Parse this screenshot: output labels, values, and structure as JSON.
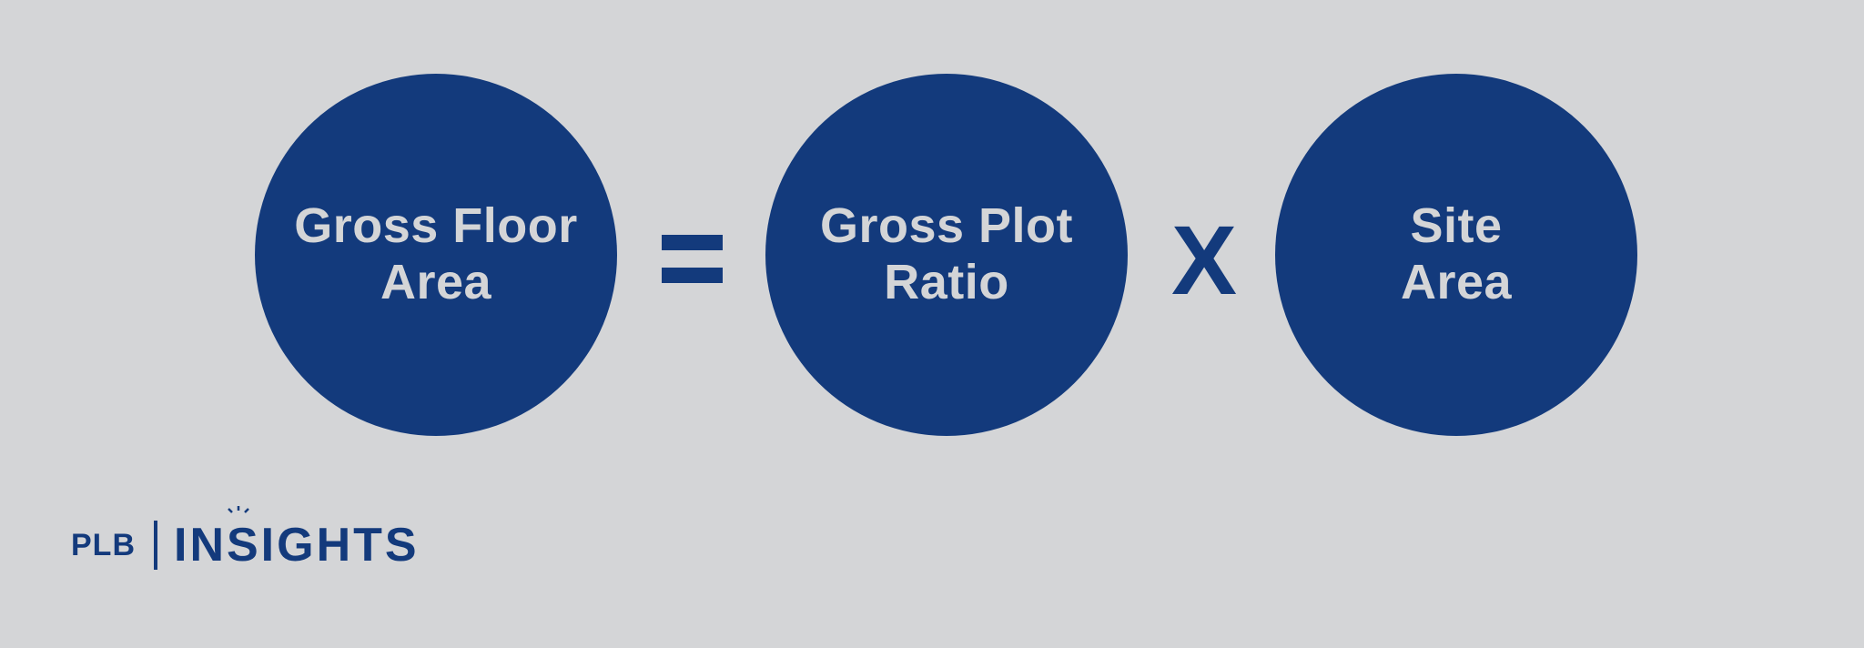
{
  "equation": {
    "result": {
      "label": "Gross Floor\nArea"
    },
    "equals_symbol": "=",
    "factor1": {
      "label": "Gross Plot\nRatio"
    },
    "multiply_symbol": "X",
    "factor2": {
      "label": "Site\nArea"
    }
  },
  "branding": {
    "company": "PLB",
    "product": "INSIGHTS"
  },
  "colors": {
    "background": "#d4d5d7",
    "accent": "#133a7c",
    "circle_text": "#d4d5d7"
  }
}
